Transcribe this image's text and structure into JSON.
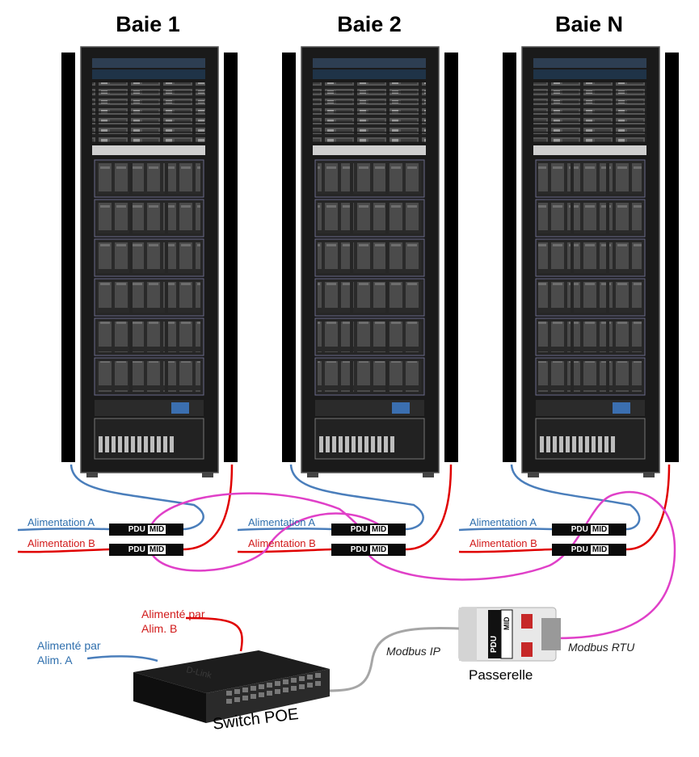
{
  "racks": [
    {
      "title": "Baie 1"
    },
    {
      "title": "Baie 2"
    },
    {
      "title": "Baie N"
    }
  ],
  "feeds": {
    "feed_a": "Alimentation A",
    "feed_b": "Alimentation B"
  },
  "pdu": {
    "part1": "PDU",
    "part2": "MID"
  },
  "switch": {
    "label": "Switch POE",
    "powered_a": [
      "Alimenté par",
      "Alim. A"
    ],
    "powered_b": [
      "Alimenté par",
      "Alim. B"
    ]
  },
  "gateway": {
    "label": "Passerelle",
    "device_text": "PDU MID"
  },
  "links": {
    "modbus_ip": "Modbus IP",
    "modbus_rtu": "Modbus RTU"
  },
  "colors": {
    "feed_a": "#4a7ebb",
    "feed_b": "#e00000",
    "modbus_rtu": "#e040c8",
    "ethernet": "#a6a6a6"
  }
}
